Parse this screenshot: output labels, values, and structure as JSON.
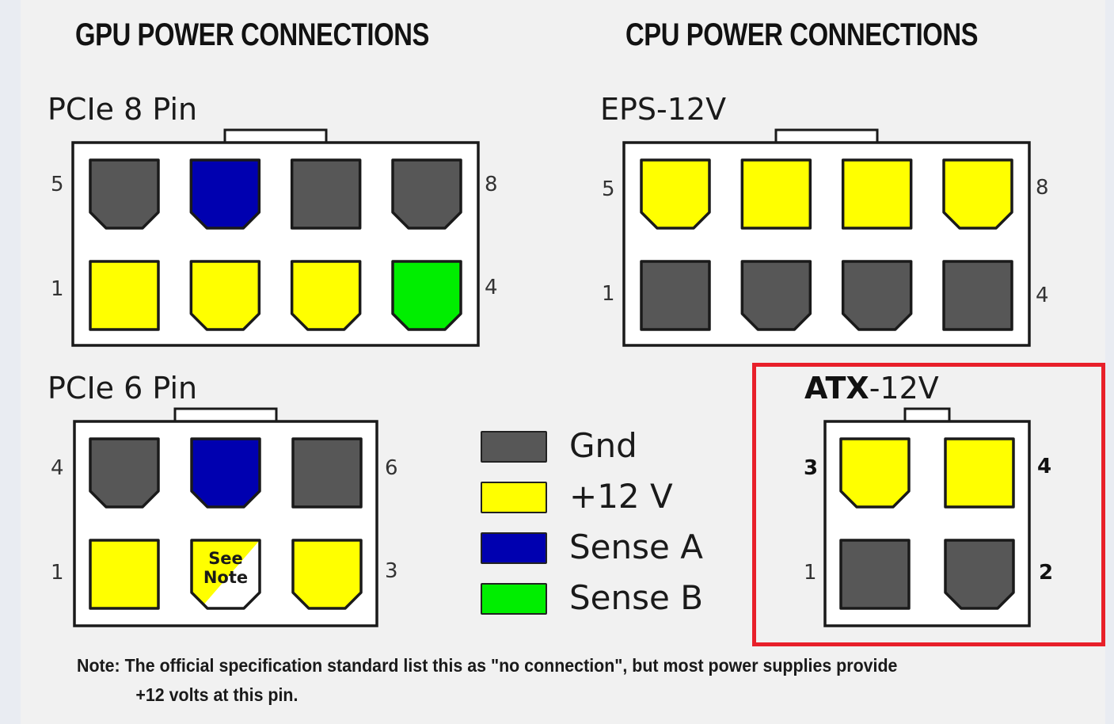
{
  "headings": {
    "gpu": "GPU POWER CONNECTIONS",
    "cpu": "CPU POWER CONNECTIONS"
  },
  "colors": {
    "gnd": "#575757",
    "v12": "#ffff00",
    "sense_a": "#0000b0",
    "sense_b": "#00ee00",
    "no_connection": "#ffffff",
    "highlight": "#e8202a"
  },
  "connectors": {
    "pcie8": {
      "title": "PCIe 8 Pin",
      "labels": {
        "top_left": "5",
        "top_right": "8",
        "bottom_left": "1",
        "bottom_right": "4"
      },
      "rows": [
        [
          {
            "type": "gnd",
            "shape": "notched"
          },
          {
            "type": "sense_a",
            "shape": "notched"
          },
          {
            "type": "gnd",
            "shape": "square"
          },
          {
            "type": "gnd",
            "shape": "notched"
          }
        ],
        [
          {
            "type": "v12",
            "shape": "square"
          },
          {
            "type": "v12",
            "shape": "notched"
          },
          {
            "type": "v12",
            "shape": "notched"
          },
          {
            "type": "sense_b",
            "shape": "notched"
          }
        ]
      ]
    },
    "eps12v": {
      "title": "EPS-12V",
      "labels": {
        "top_left": "5",
        "top_right": "8",
        "bottom_left": "1",
        "bottom_right": "4"
      },
      "rows": [
        [
          {
            "type": "v12",
            "shape": "notched"
          },
          {
            "type": "v12",
            "shape": "square"
          },
          {
            "type": "v12",
            "shape": "square"
          },
          {
            "type": "v12",
            "shape": "notched"
          }
        ],
        [
          {
            "type": "gnd",
            "shape": "square"
          },
          {
            "type": "gnd",
            "shape": "notched"
          },
          {
            "type": "gnd",
            "shape": "notched"
          },
          {
            "type": "gnd",
            "shape": "square"
          }
        ]
      ]
    },
    "pcie6": {
      "title": "PCIe 6 Pin",
      "labels": {
        "top_left": "4",
        "top_right": "6",
        "bottom_left": "1",
        "bottom_right": "3"
      },
      "rows": [
        [
          {
            "type": "gnd",
            "shape": "notched"
          },
          {
            "type": "sense_a",
            "shape": "notched"
          },
          {
            "type": "gnd",
            "shape": "square"
          }
        ],
        [
          {
            "type": "v12",
            "shape": "square"
          },
          {
            "type": "see_note",
            "shape": "notched"
          },
          {
            "type": "v12",
            "shape": "notched"
          }
        ]
      ],
      "see_note_text": [
        "See",
        "Note"
      ]
    },
    "atx12v": {
      "title_bold": "ATX",
      "title_rest": "-12V",
      "labels": {
        "top_left": "3",
        "top_right": "4",
        "bottom_left": "1",
        "bottom_right": "2"
      },
      "rows": [
        [
          {
            "type": "v12",
            "shape": "notched"
          },
          {
            "type": "v12",
            "shape": "square"
          }
        ],
        [
          {
            "type": "gnd",
            "shape": "square"
          },
          {
            "type": "gnd",
            "shape": "notched"
          }
        ]
      ],
      "highlighted": true
    }
  },
  "legend": [
    {
      "key": "gnd",
      "label": "Gnd"
    },
    {
      "key": "v12",
      "label": "+12 V"
    },
    {
      "key": "sense_a",
      "label": "Sense A"
    },
    {
      "key": "sense_b",
      "label": "Sense B"
    }
  ],
  "note": {
    "line1": "Note: The official specification standard list this as \"no connection\", but most power supplies provide",
    "line2": "+12 volts at this pin."
  }
}
